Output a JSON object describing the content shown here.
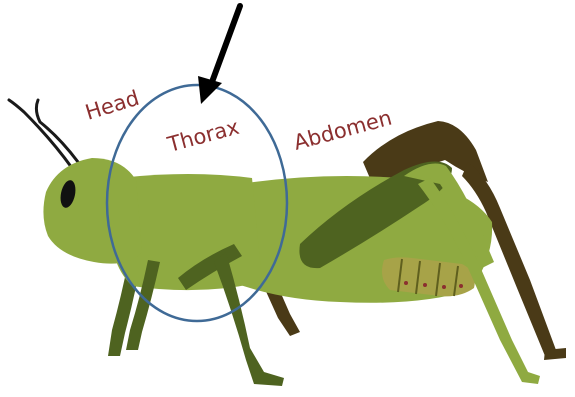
{
  "labels": {
    "head": "Head",
    "thorax": "Thorax",
    "abdomen": "Abdomen"
  },
  "colors": {
    "label_text": "#8b2f2f",
    "body_light": "#8faa41",
    "body_dark": "#4e6320",
    "leg_brown": "#4a3a17",
    "segment_fill": "#a7a348",
    "thorax_ring": "#3f6a96",
    "arrow": "#000000"
  }
}
